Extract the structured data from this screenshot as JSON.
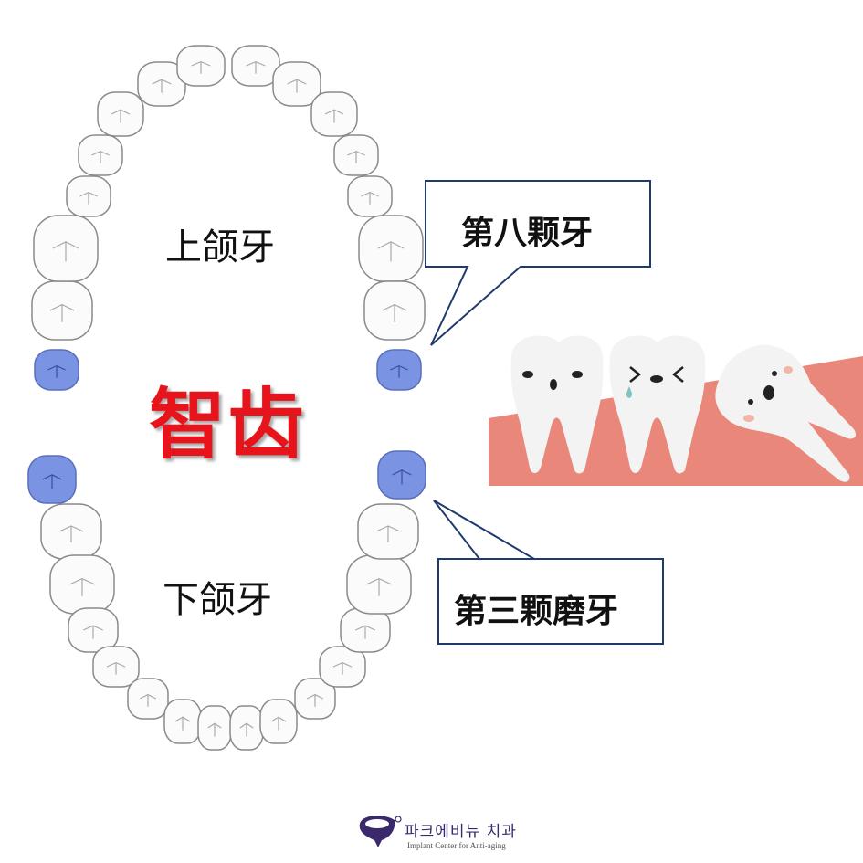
{
  "labels": {
    "upper_jaw": "上颌牙",
    "lower_jaw": "下颌牙",
    "title": "智齿",
    "callout_upper": "第八颗牙",
    "callout_lower": "第三颗磨牙"
  },
  "logo": {
    "name_ko": "파크에비뉴 치과",
    "tagline": "Implant Center for Anti-aging"
  },
  "colors": {
    "title": "#e8141b",
    "wisdom_tooth": "#7b93e3",
    "gum": "#e9877a",
    "callout_border": "#1f3b6e",
    "logo": "#3a2a6b"
  }
}
